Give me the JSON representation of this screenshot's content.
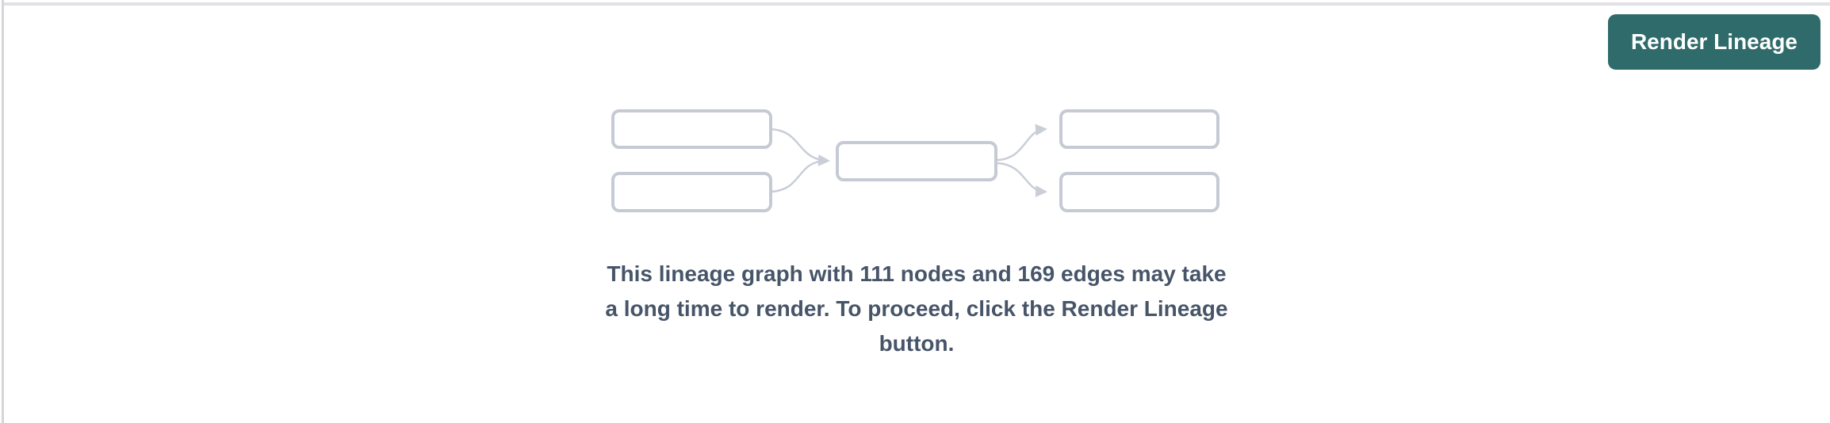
{
  "toolbar": {
    "render_button_label": "Render Lineage"
  },
  "message": {
    "full_text": "This lineage graph with 111 nodes and 169 edges may take a long time to render. To proceed, click the Render Lineage button.",
    "lines": [
      "This lineage graph with 111 nodes and 169 edges may take",
      "a long time to render. To proceed, click the Render Lineage",
      "button."
    ],
    "node_count": 111,
    "edge_count": 169
  },
  "colors": {
    "accent_teal": "#2f6b6a",
    "button_text": "#ffffff",
    "message_text": "#475569",
    "node_stroke": "#c5cad4",
    "edge_stroke": "#c9ced7",
    "panel_border_top": "#e2e2e6",
    "panel_border_left": "#d6d6da"
  }
}
